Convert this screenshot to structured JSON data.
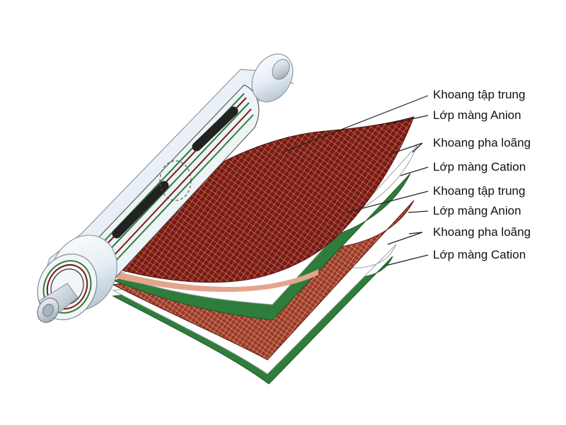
{
  "labels": [
    "Khoang tập trung",
    "Lớp màng Anion",
    "Khoang pha loãng",
    "Lớp màng Cation",
    "Khoang tập trung",
    "Lớp màng Anion",
    "Khoang pha loãng",
    "Lớp màng Cation"
  ],
  "colors": {
    "anion_membrane": "#7a1a12",
    "anion_membrane_light": "#c9765c",
    "cation_membrane": "#2f7d3a",
    "spacer": "#ffffff",
    "roll_shell": "#dfe8f0"
  }
}
